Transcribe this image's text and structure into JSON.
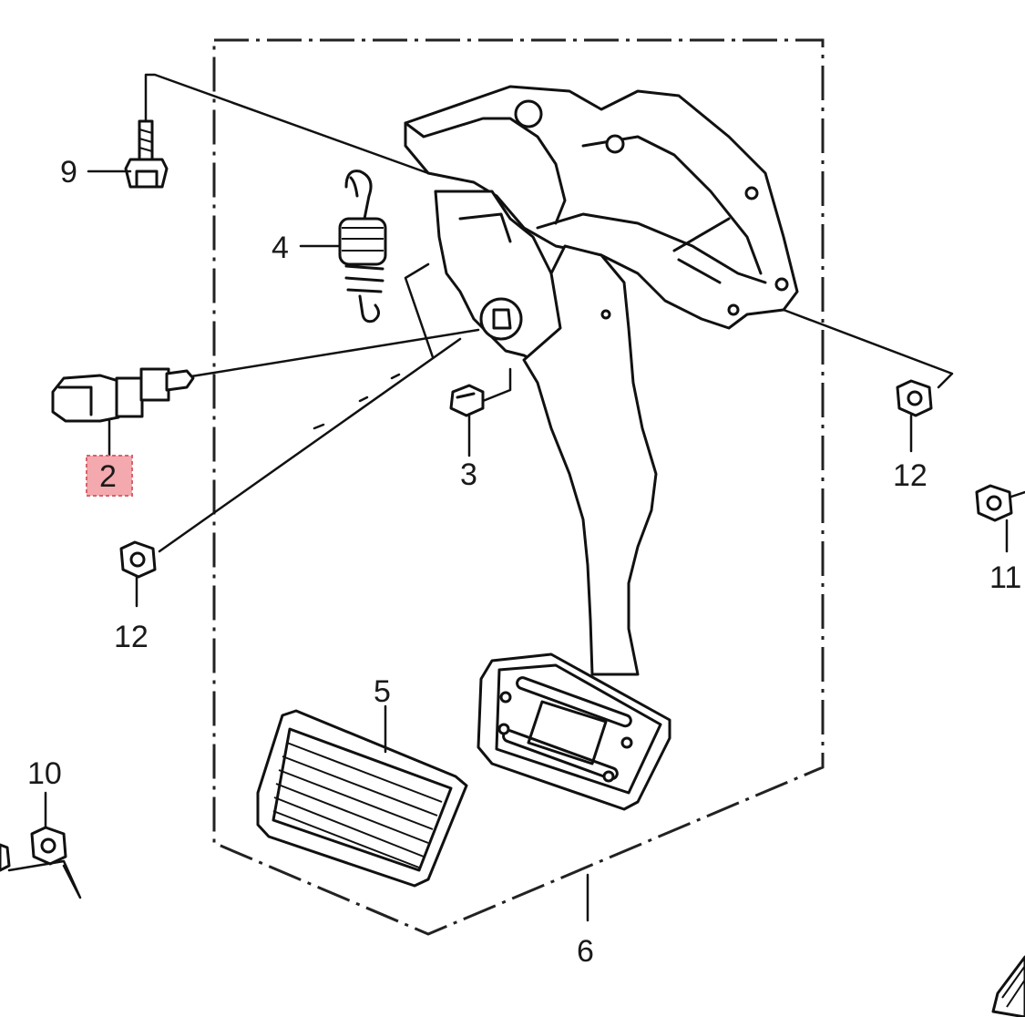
{
  "colors": {
    "background": "#ffffff",
    "line": "#111111",
    "highlight_fill": "#f4a9ae",
    "highlight_border": "#d9636b"
  },
  "callouts": {
    "c2": "2",
    "c3": "3",
    "c4": "4",
    "c5": "5",
    "c6": "6",
    "c9": "9",
    "c10": "10",
    "c11": "11",
    "c12a": "12",
    "c12b": "12"
  }
}
